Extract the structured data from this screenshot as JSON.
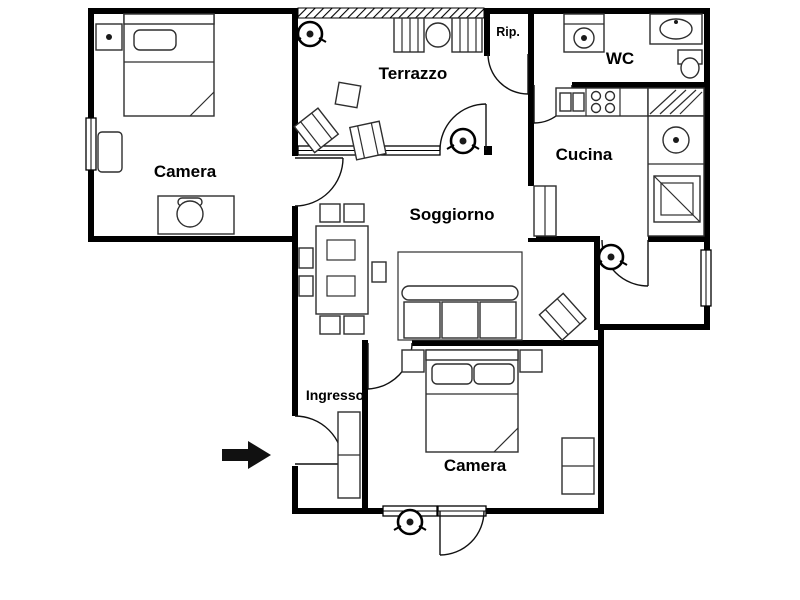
{
  "floorplan": {
    "kind": "residential-apartment-floor-plan",
    "background_color": "#ffffff",
    "wall_color": "#000000",
    "line_color": "#2e2e2e",
    "rooms": {
      "camera1": {
        "label": "Camera"
      },
      "terrazzo": {
        "label": "Terrazzo"
      },
      "rip": {
        "label": "Rip."
      },
      "wc": {
        "label": "WC"
      },
      "cucina": {
        "label": "Cucina"
      },
      "soggiorno": {
        "label": "Soggiorno"
      },
      "ingresso": {
        "label": "Ingresso"
      },
      "camera2": {
        "label": "Camera"
      }
    },
    "symbols": {
      "entrance_arrow": "entrance-arrow",
      "ceiling_light": "ceiling-light",
      "ceiling_light_count": 4
    }
  }
}
